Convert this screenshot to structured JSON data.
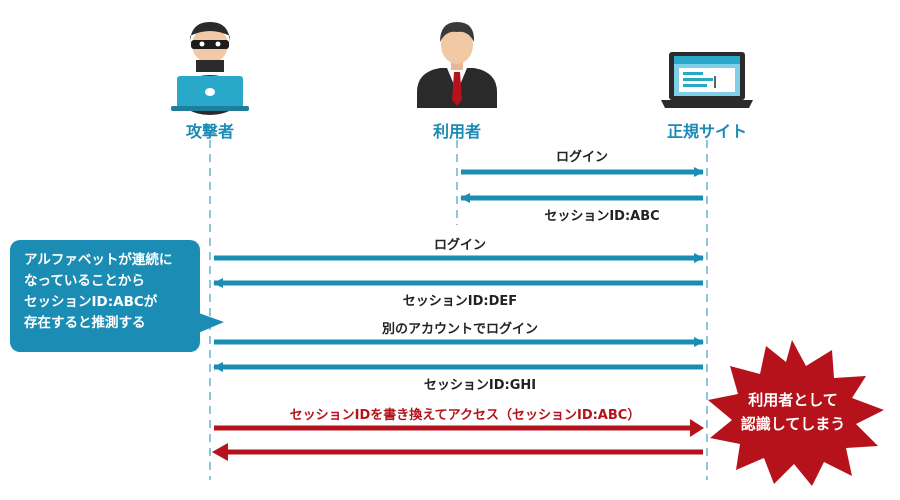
{
  "actors": {
    "attacker": "攻撃者",
    "user": "利用者",
    "site": "正規サイト"
  },
  "messages": {
    "user_login": "ログイン",
    "session_abc": "セッションID:ABC",
    "attacker_login": "ログイン",
    "session_def": "セッションID:DEF",
    "other_account_login": "別のアカウントでログイン",
    "session_ghi": "セッションID:GHI",
    "rewrite_access": "セッションIDを書き換えてアクセス（セッションID:ABC）"
  },
  "callout": {
    "lines": [
      "アルファベットが連続に",
      "なっていることから",
      "セッションID:ABCが",
      "存在すると推測する"
    ]
  },
  "burst": {
    "lines": [
      "利用者として",
      "認識してしまう"
    ]
  },
  "colors": {
    "accent": "#1b8cb3",
    "danger": "#b5121b",
    "lifeline": "#8cc6de"
  },
  "icons": {
    "attacker": "hacker-with-laptop-icon",
    "user": "businessman-icon",
    "site": "laptop-website-icon"
  }
}
